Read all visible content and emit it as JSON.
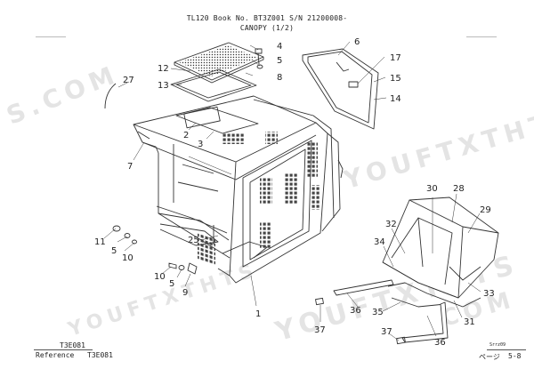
{
  "header": {
    "line1": "TL120  Book No. BT3Z001 S/N 21200008-",
    "line2": "CANOPY (1/2)"
  },
  "watermark": {
    "a": "S.COM",
    "b": "YOUFTXTHTS",
    "c": "YOUFTXTHTS",
    "d": "COM",
    "e": "YOUFTXTHTS"
  },
  "callouts": [
    {
      "id": "1",
      "label": "1"
    },
    {
      "id": "2",
      "label": "2"
    },
    {
      "id": "3",
      "label": "3"
    },
    {
      "id": "4",
      "label": "4"
    },
    {
      "id": "5a",
      "label": "5"
    },
    {
      "id": "5b",
      "label": "5"
    },
    {
      "id": "5c",
      "label": "5"
    },
    {
      "id": "6",
      "label": "6"
    },
    {
      "id": "7",
      "label": "7"
    },
    {
      "id": "8",
      "label": "8"
    },
    {
      "id": "9",
      "label": "9"
    },
    {
      "id": "10a",
      "label": "10"
    },
    {
      "id": "10b",
      "label": "10"
    },
    {
      "id": "11",
      "label": "11"
    },
    {
      "id": "12",
      "label": "12"
    },
    {
      "id": "13",
      "label": "13"
    },
    {
      "id": "14",
      "label": "14"
    },
    {
      "id": "15",
      "label": "15"
    },
    {
      "id": "17",
      "label": "17"
    },
    {
      "id": "25",
      "label": "25"
    },
    {
      "id": "27",
      "label": "27"
    },
    {
      "id": "28",
      "label": "28"
    },
    {
      "id": "29",
      "label": "29"
    },
    {
      "id": "30",
      "label": "30"
    },
    {
      "id": "31",
      "label": "31"
    },
    {
      "id": "32",
      "label": "32"
    },
    {
      "id": "33",
      "label": "33"
    },
    {
      "id": "34",
      "label": "34"
    },
    {
      "id": "35",
      "label": "35"
    },
    {
      "id": "36a",
      "label": "36"
    },
    {
      "id": "36b",
      "label": "36"
    },
    {
      "id": "37a",
      "label": "37"
    },
    {
      "id": "37b",
      "label": "37"
    }
  ],
  "footer": {
    "ref_code_top": "T3E081",
    "ref_label": "Reference",
    "ref_code": "T3E081",
    "small_code": "Srrz09",
    "page_kana": "ページ",
    "page_num": "5-8"
  }
}
